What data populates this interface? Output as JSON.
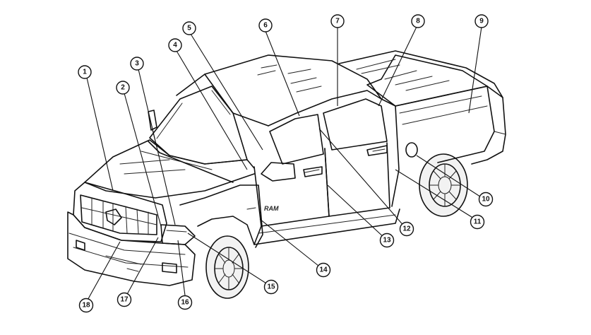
{
  "callouts": [
    {
      "label": "1"
    },
    {
      "label": "2"
    },
    {
      "label": "3"
    },
    {
      "label": "4"
    },
    {
      "label": "5"
    },
    {
      "label": "6"
    },
    {
      "label": "7"
    },
    {
      "label": "8"
    },
    {
      "label": "9"
    },
    {
      "label": "10"
    },
    {
      "label": "11"
    },
    {
      "label": "12"
    },
    {
      "label": "13"
    },
    {
      "label": "14"
    },
    {
      "label": "15"
    },
    {
      "label": "16"
    },
    {
      "label": "17"
    },
    {
      "label": "18"
    }
  ],
  "badge_text": "RAM"
}
